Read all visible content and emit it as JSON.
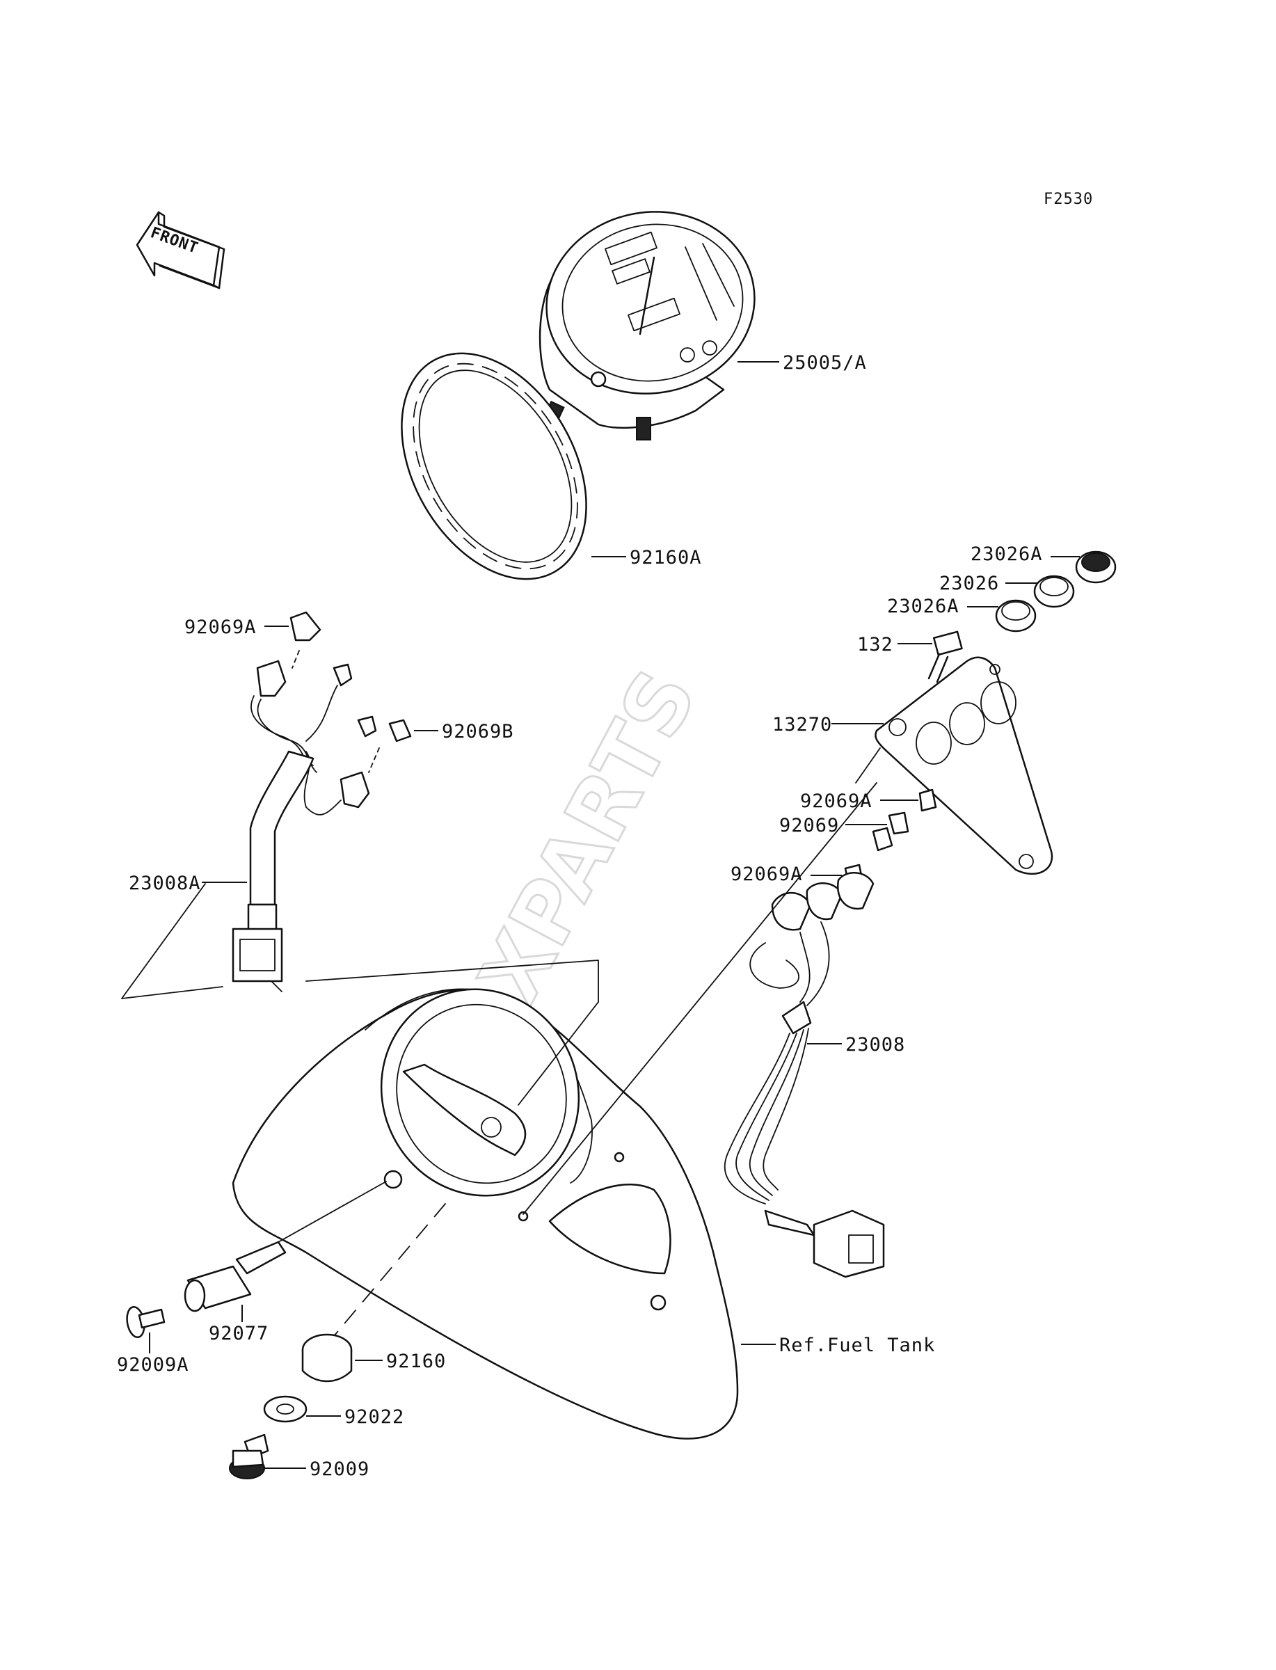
{
  "diagram_code": "F2530",
  "front_arrow_label": "FRONT",
  "watermark_text": "XPARTS",
  "callouts": [
    {
      "id": "speedometer",
      "label": "25005/A"
    },
    {
      "id": "meter-ring",
      "label": "92160A"
    },
    {
      "id": "bulb-top-left",
      "label": "92069A"
    },
    {
      "id": "bulb-mid-left",
      "label": "92069B"
    },
    {
      "id": "harness-left",
      "label": "23008A"
    },
    {
      "id": "indicator-lens-top",
      "label": "23026A"
    },
    {
      "id": "indicator-lens-mid",
      "label": "23026"
    },
    {
      "id": "indicator-lens-low",
      "label": "23026A"
    },
    {
      "id": "bolt-132",
      "label": "132"
    },
    {
      "id": "bracket",
      "label": "13270"
    },
    {
      "id": "bulb-right-1",
      "label": "92069A"
    },
    {
      "id": "bulb-right-2",
      "label": "92069"
    },
    {
      "id": "bulb-right-3",
      "label": "92069A"
    },
    {
      "id": "harness-right",
      "label": "23008"
    },
    {
      "id": "knob-92077",
      "label": "92077"
    },
    {
      "id": "screw-92009a",
      "label": "92009A"
    },
    {
      "id": "grommet-92160",
      "label": "92160"
    },
    {
      "id": "washer-92022",
      "label": "92022"
    },
    {
      "id": "screw-92009",
      "label": "92009"
    },
    {
      "id": "fuel-tank-ref",
      "label": "Ref.Fuel Tank"
    }
  ]
}
